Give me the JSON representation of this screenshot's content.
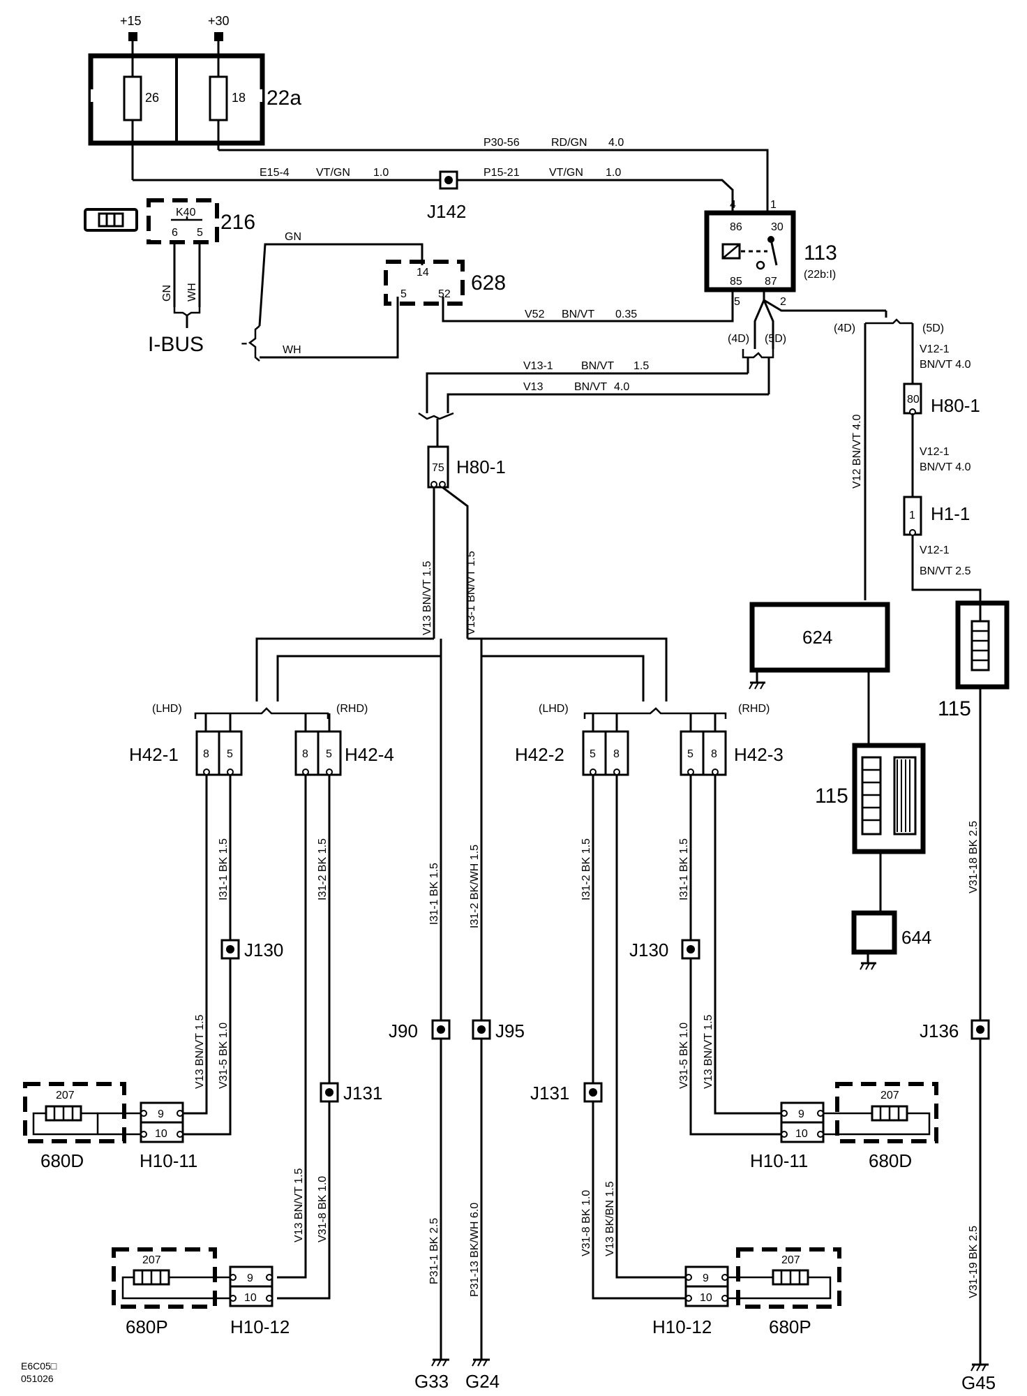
{
  "supply": {
    "plus15": "+15",
    "plus30": "+30"
  },
  "fusebox": {
    "id": "22a",
    "fuse_a": "26",
    "fuse_b": "18"
  },
  "wires": {
    "p30_56": "P30-56",
    "p30_56_color": "RD/GN",
    "p30_56_size": "4.0",
    "e15_4": "E15-4",
    "e15_4_color": "VT/GN",
    "e15_4_size": "1.0",
    "p15_21": "P15-21",
    "p15_21_color": "VT/GN",
    "p15_21_size": "1.0",
    "v52": "V52",
    "v52_color": "BN/VT",
    "v52_size": "0.35",
    "v13_1_top": "V13-1",
    "v13_1_top_color": "BN/VT",
    "v13_1_top_size": "1.5",
    "v13_top": "V13",
    "v13_top_color": "BN/VT",
    "v13_top_size": "4.0",
    "v13_vert": "V13  BN/VT  1.5",
    "v13_1_vert": "V13-1  BN/VT  1.5",
    "v12_vert": "V12  BN/VT  4.0",
    "v12_1_a": "V12-1",
    "v12_1_a_spec": "BN/VT   4.0",
    "v12_1_b": "V12-1",
    "v12_1_b_spec": "BN/VT   4.0",
    "v12_1_c": "V12-1",
    "v12_1_c_spec": "BN/VT    2.5",
    "gn": "GN",
    "wh": "WH",
    "i31_1_a": "I31-1  BK  1.5",
    "i31_2_a": "I31-2  BK  1.5",
    "v13_bnvt_a": "V13  BN/VT  1.5",
    "v31_5_a": "V31-5  BK  1.0",
    "v13_bnvt_b": "V13  BN/VT  1.5",
    "v31_8_b": "V31-8  BK  1.0",
    "i31_1_b": "I31-1  BK  1.5",
    "i31_2_b": "I31-2  BK/WH  1.5",
    "p31_1": "P31-1  BK  2.5",
    "p31_13": "P31-13  BK/WH  6.0",
    "i31_2_c": "I31-2  BK  1.5",
    "i31_1_c": "I31-1  BK  1.5",
    "v31_8_c": "V31-8  BK  1.0",
    "v13_bkbn": "V13  BK/BN  1.5",
    "v31_5_d": "V31-5  BK  1.0",
    "v13_bnvt_d": "V13  BN/VT  1.5",
    "v31_18": "V31-18  BK  2.5",
    "v31_19": "V31-19  BK  2.5"
  },
  "relay": {
    "id": "113",
    "sub": "(22b:I)",
    "pin4": "4",
    "pin1": "1",
    "pin86": "86",
    "pin30": "30",
    "pin85": "85",
    "pin87": "87",
    "pin5": "5",
    "pin2": "2"
  },
  "components": {
    "j142": "J142",
    "k40": "K40",
    "k40_p6": "6",
    "k40_p5": "5",
    "c216": "216",
    "c628": "628",
    "c628_p14": "14",
    "c628_p5": "5",
    "c628_p52": "52",
    "ibus": "I-BUS",
    "ibus_gn": "GN",
    "ibus_wh": "WH",
    "c624": "624",
    "c115_top": "115",
    "c115_mid": "115",
    "c644": "644"
  },
  "variants": {
    "d4": "(4D)",
    "d5": "(5D)",
    "lhd": "(LHD)",
    "rhd": "(RHD)"
  },
  "connectors": {
    "h80_1_left": "H80-1",
    "h80_1_left_pin": "75",
    "h80_1_right": "H80-1",
    "h80_1_right_pin": "80",
    "h1_1": "H1-1",
    "h1_1_pin": "1",
    "h42_1": "H42-1",
    "h42_4": "H42-4",
    "h42_2": "H42-2",
    "h42_3": "H42-3",
    "pin8": "8",
    "pin5": "5",
    "h10_11_l": "H10-11",
    "h10_12_l": "H10-12",
    "h10_11_r": "H10-11",
    "h10_12_r": "H10-12",
    "pin9": "9",
    "pin10": "10"
  },
  "splices": {
    "j130_l": "J130",
    "j131_l": "J131",
    "j90": "J90",
    "j95": "J95",
    "j131_r": "J131",
    "j130_r": "J130",
    "j136": "J136"
  },
  "lamps": {
    "r207": "207",
    "c680d_l": "680D",
    "c680p_l": "680P",
    "c680d_r": "680D",
    "c680p_r": "680P"
  },
  "grounds": {
    "g33": "G33",
    "g24": "G24",
    "g45": "G45"
  },
  "footer": {
    "code": "E6C05□",
    "date": "051026"
  }
}
